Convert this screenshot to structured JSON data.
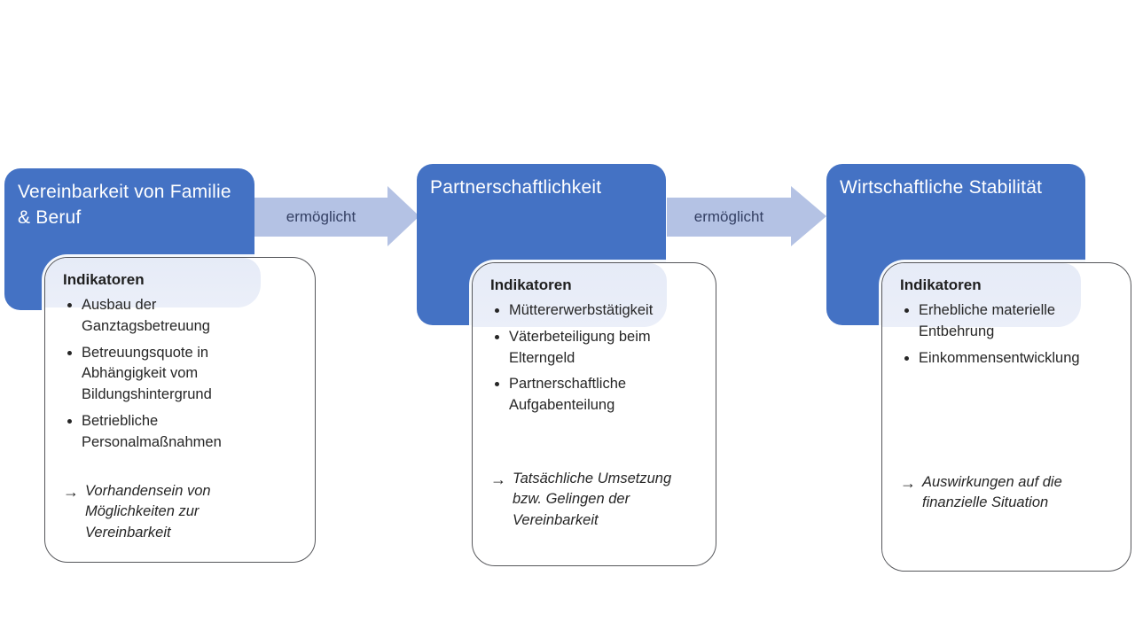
{
  "colors": {
    "box_fill": "#4472C4",
    "box_text": "#FFFFFF",
    "arrow_fill": "#B4C2E4",
    "arrow_text": "#333F63",
    "card_border": "#55565A",
    "card_band_fill": "#E9EDF8",
    "body_text": "#262626"
  },
  "arrows": [
    {
      "label": "ermöglicht"
    },
    {
      "label": "ermöglicht"
    }
  ],
  "columns": [
    {
      "title": "Vereinbarkeit von Familie & Beruf",
      "card": {
        "header": "Indikatoren",
        "bullets": [
          "Ausbau der Ganztagsbetreuung",
          "Betreuungsquote in Abhängigkeit vom Bildungshintergrund",
          "Betriebliche Personalmaßnahmen"
        ],
        "outcome_arrow": "→",
        "outcome": "Vorhandensein von Möglichkeiten zur Vereinbarkeit"
      }
    },
    {
      "title": "Partnerschaftlichkeit",
      "card": {
        "header": "Indikatoren",
        "bullets": [
          "Müttererwerbstätigkeit",
          "Väterbeteiligung beim Elterngeld",
          "Partnerschaftliche Aufgabenteilung"
        ],
        "outcome_arrow": "→",
        "outcome": "Tatsächliche Umsetzung bzw. Gelingen der Vereinbarkeit"
      }
    },
    {
      "title": "Wirtschaftliche Stabilität",
      "card": {
        "header": "Indikatoren",
        "bullets": [
          "Erhebliche materielle Entbehrung",
          "Einkommensentwicklung"
        ],
        "outcome_arrow": "→",
        "outcome": "Auswirkungen auf die finanzielle Situation"
      }
    }
  ]
}
